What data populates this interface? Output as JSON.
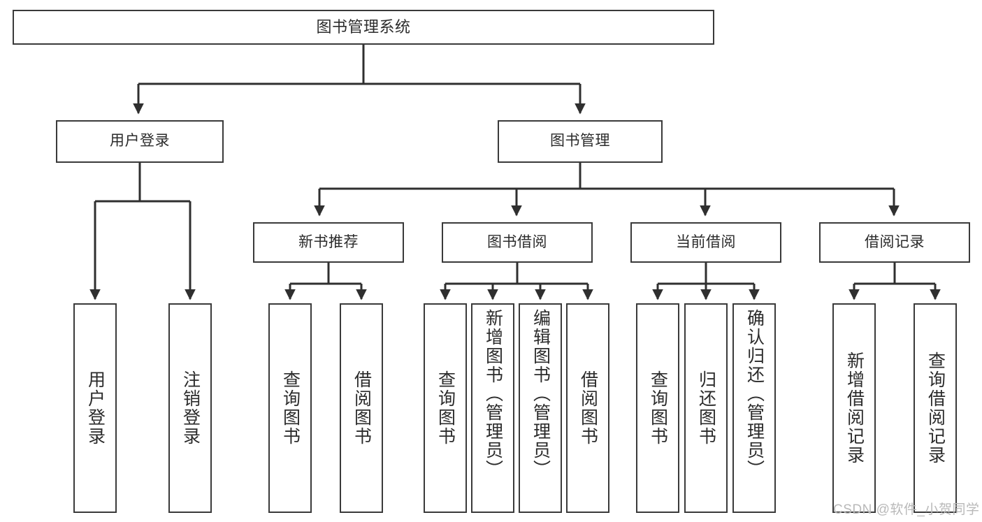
{
  "diagram": {
    "title": "图书管理系统",
    "type": "hierarchy-tree",
    "watermark": "CSDN @软件_小贺同学",
    "colors": {
      "background": "#ffffff",
      "box_border": "#3a3a3a",
      "connector": "#2f2f2f",
      "text": "#2b2b2b",
      "watermark": "#b9b9b9"
    },
    "root": {
      "label": "图书管理系统"
    },
    "level2": [
      {
        "label": "用户登录"
      },
      {
        "label": "图书管理"
      }
    ],
    "level3": [
      {
        "label": "新书推荐"
      },
      {
        "label": "图书借阅"
      },
      {
        "label": "当前借阅"
      },
      {
        "label": "借阅记录"
      }
    ],
    "leaves": {
      "user_login": [
        {
          "label": "用户登录"
        },
        {
          "label": "注销登录"
        }
      ],
      "new_book_recommend": [
        {
          "label": "查询图书"
        },
        {
          "label": "借阅图书"
        }
      ],
      "book_borrow": [
        {
          "label": "查询图书"
        },
        {
          "label": "新增图书（管理员）"
        },
        {
          "label": "编辑图书（管理员）"
        },
        {
          "label": "借阅图书"
        }
      ],
      "current_borrow": [
        {
          "label": "查询图书"
        },
        {
          "label": "归还图书"
        },
        {
          "label": "确认归还（管理员）"
        }
      ],
      "borrow_record": [
        {
          "label": "新增借阅记录"
        },
        {
          "label": "查询借阅记录"
        }
      ]
    }
  }
}
